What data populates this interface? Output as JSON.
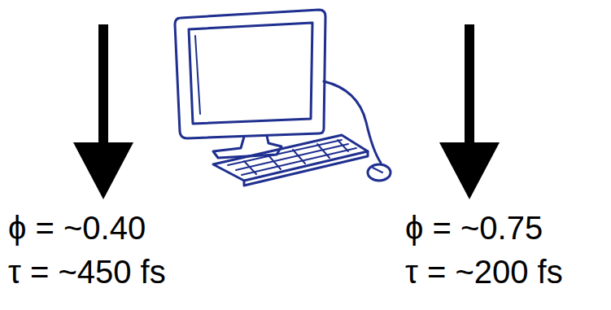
{
  "diagram": {
    "labels": [
      "ϕ = ~0.40",
      "τ = ~450 fs",
      "ϕ = ~0.75",
      "τ = ~200 fs"
    ]
  }
}
